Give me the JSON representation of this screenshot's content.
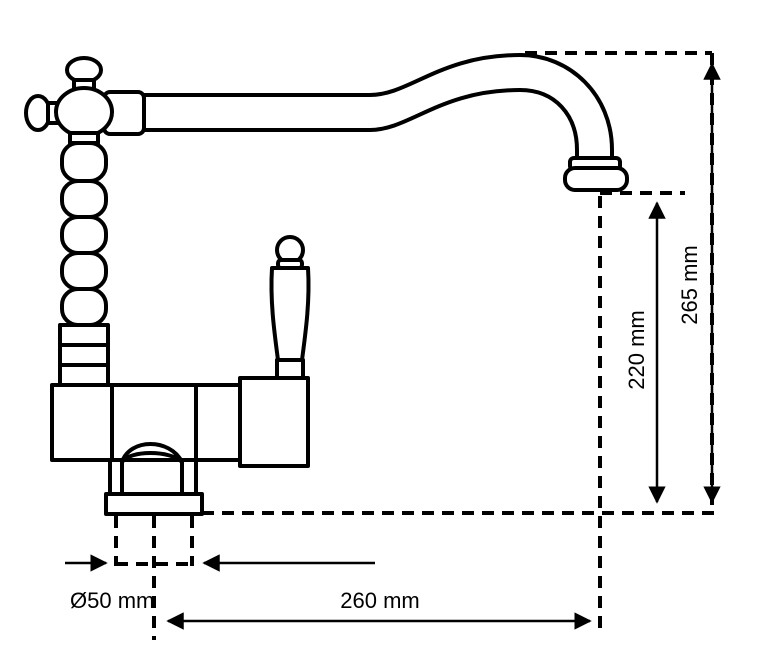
{
  "dimensions": {
    "total_height": "265 mm",
    "spout_height": "220 mm",
    "reach": "260 mm",
    "base_diameter": "Ø50 mm"
  }
}
